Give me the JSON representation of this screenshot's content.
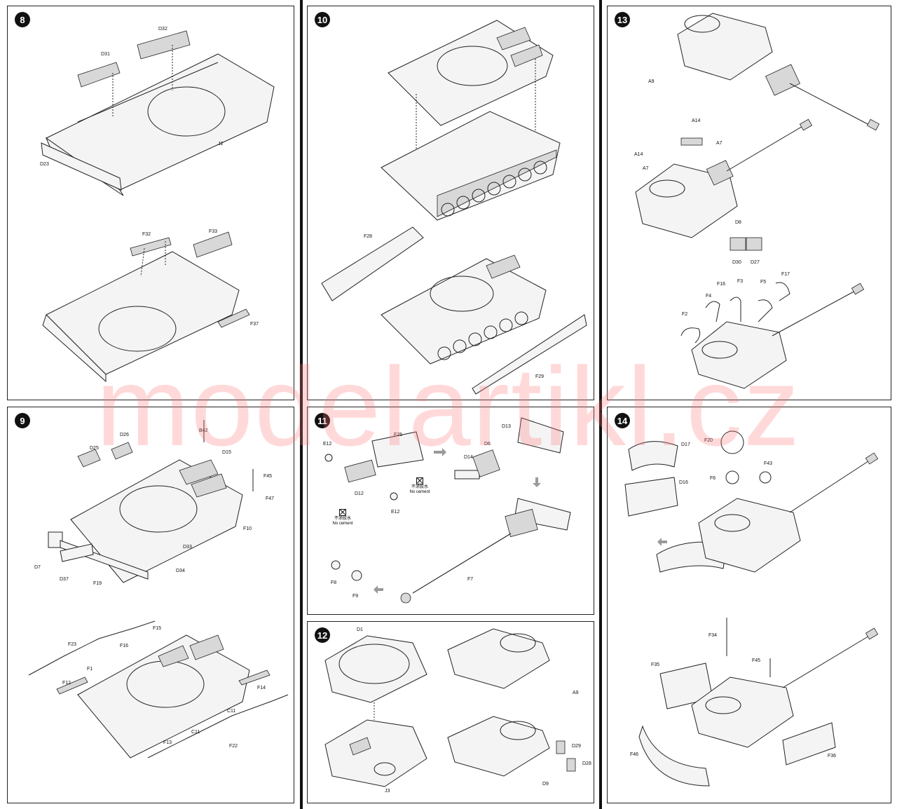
{
  "steps": [
    {
      "number": "8",
      "labels": [
        "D31",
        "D32",
        "J2",
        "D23",
        "F32",
        "F33",
        "F37"
      ]
    },
    {
      "number": "9",
      "labels": [
        "D25",
        "D26",
        "B42",
        "D15",
        "F45",
        "F47",
        "F10",
        "D33",
        "D34",
        "D7",
        "D37",
        "F19",
        "F15",
        "F23",
        "F16",
        "F1",
        "F12",
        "F14",
        "C11",
        "C11",
        "F13",
        "F22"
      ]
    },
    {
      "number": "10",
      "labels": [
        "F28",
        "F29"
      ]
    },
    {
      "number": "11",
      "labels": [
        "F25",
        "D13",
        "D6",
        "D14",
        "E12",
        "E12",
        "D12",
        "F7",
        "F8",
        "F9"
      ]
    },
    {
      "number": "12",
      "labels": [
        "D1",
        "J3",
        "A9",
        "D29",
        "D28",
        "D9"
      ]
    },
    {
      "number": "13",
      "labels": [
        "A9",
        "A14",
        "A14",
        "A7",
        "A7",
        "D8",
        "D30",
        "D27",
        "F16",
        "F3",
        "F5",
        "F17",
        "F4",
        "F2"
      ]
    },
    {
      "number": "14",
      "labels": [
        "D17",
        "F20",
        "D16",
        "F6",
        "F43",
        "F34",
        "F45",
        "F35",
        "F46",
        "F36"
      ]
    }
  ],
  "no_cement": {
    "cn": "不涂胶水",
    "en": "No cement"
  },
  "watermark": "modelartikl.cz"
}
